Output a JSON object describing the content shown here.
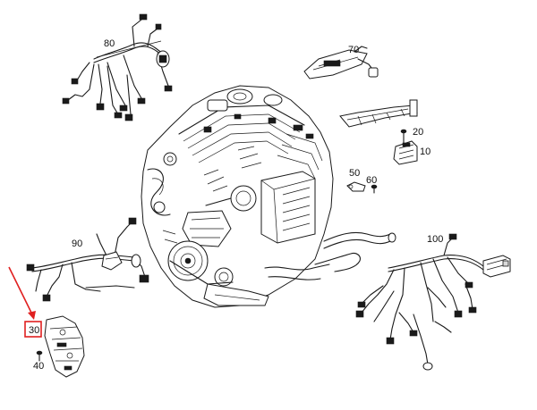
{
  "callouts": {
    "c10": "10",
    "c20": "20",
    "c30": "30",
    "c40": "40",
    "c50": "50",
    "c60": "60",
    "c70": "70",
    "c80": "80",
    "c90": "90",
    "c100": "100"
  },
  "highlight": {
    "target": "30",
    "color": "#e02020"
  }
}
